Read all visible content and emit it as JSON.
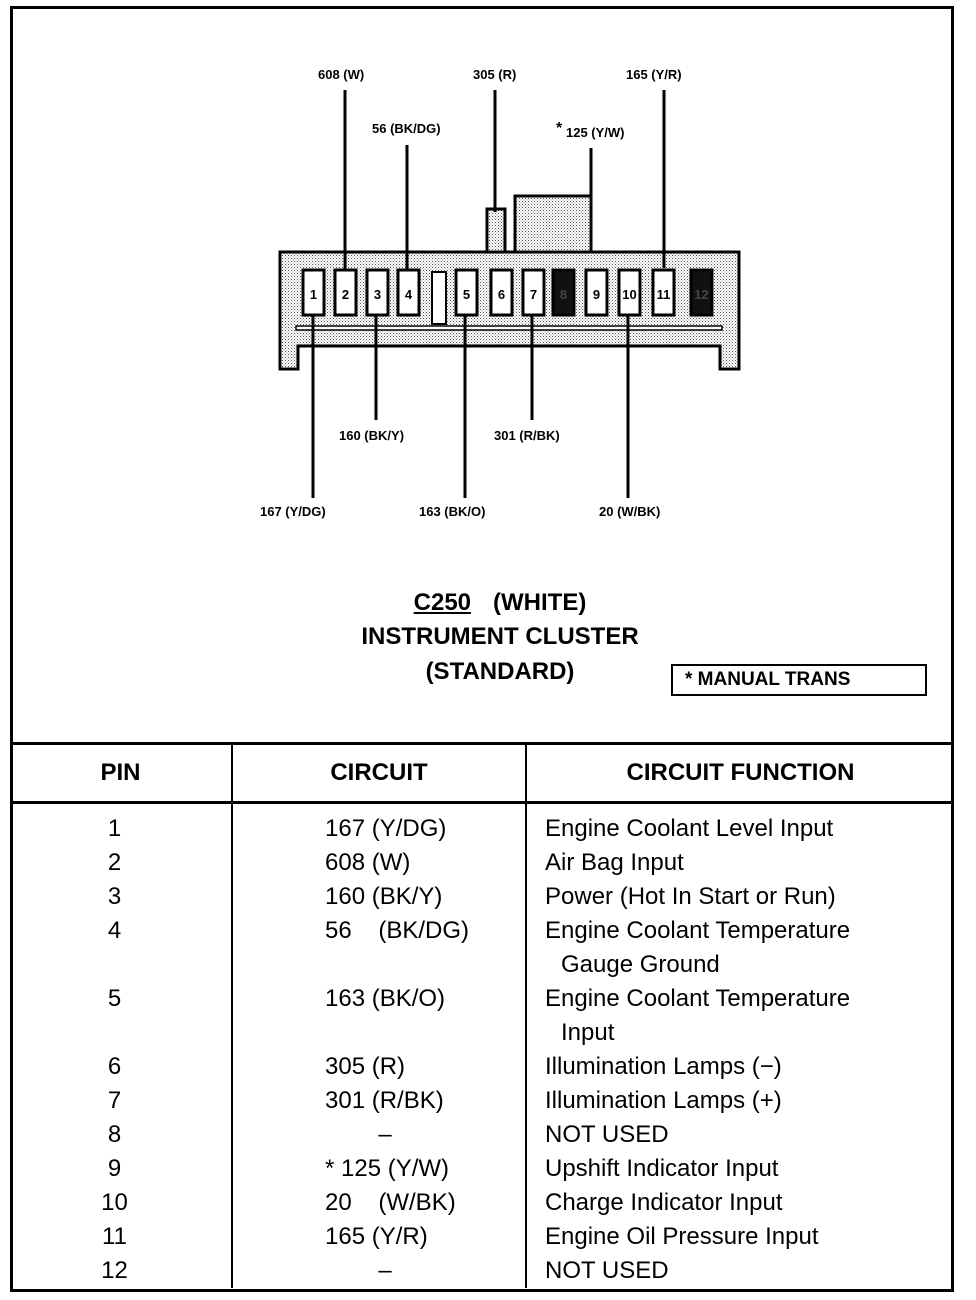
{
  "connector": {
    "id": "C250",
    "color": "(WHITE)",
    "name": "INSTRUMENT CLUSTER",
    "variant": "(STANDARD)",
    "legend": "* MANUAL TRANS",
    "pins": [
      "1",
      "2",
      "3",
      "4",
      "5",
      "6",
      "7",
      "8",
      "9",
      "10",
      "11",
      "12"
    ],
    "wire_labels": {
      "p1": "167 (Y/DG)",
      "p2": "608 (W)",
      "p3": "160 (BK/Y)",
      "p4": "56 (BK/DG)",
      "p5": "163 (BK/O)",
      "p6": "305 (R)",
      "p7": "301 (R/BK)",
      "p9_star": "*",
      "p9": "125 (Y/W)",
      "p10": "20 (W/BK)",
      "p11": "165 (Y/R)"
    }
  },
  "table": {
    "headers": {
      "pin": "PIN",
      "circuit": "CIRCUIT",
      "function": "CIRCUIT FUNCTION"
    },
    "rows": [
      {
        "pin": "1",
        "circuit": "167 (Y/DG)",
        "function": "Engine Coolant Level Input",
        "function2": ""
      },
      {
        "pin": "2",
        "circuit": "608 (W)",
        "function": "Air Bag Input",
        "function2": ""
      },
      {
        "pin": "3",
        "circuit": "160 (BK/Y)",
        "function": "Power (Hot In Start or Run)",
        "function2": ""
      },
      {
        "pin": "4",
        "circuit": "56    (BK/DG)",
        "function": "Engine Coolant Temperature",
        "function2": "Gauge Ground"
      },
      {
        "pin": "5",
        "circuit": "163 (BK/O)",
        "function": "Engine Coolant Temperature",
        "function2": "Input"
      },
      {
        "pin": "6",
        "circuit": "305 (R)",
        "function": "Illumination Lamps (−)",
        "function2": ""
      },
      {
        "pin": "7",
        "circuit": "301 (R/BK)",
        "function": "Illumination Lamps (+)",
        "function2": ""
      },
      {
        "pin": "8",
        "circuit": "        –",
        "function": "NOT USED",
        "function2": ""
      },
      {
        "pin": "9",
        "circuit": "* 125 (Y/W)",
        "function": "Upshift Indicator Input",
        "function2": ""
      },
      {
        "pin": "10",
        "circuit": "20    (W/BK)",
        "function": "Charge Indicator Input",
        "function2": ""
      },
      {
        "pin": "11",
        "circuit": "165 (Y/R)",
        "function": "Engine Oil Pressure Input",
        "function2": ""
      },
      {
        "pin": "12",
        "circuit": "        –",
        "function": "NOT USED",
        "function2": ""
      }
    ]
  }
}
